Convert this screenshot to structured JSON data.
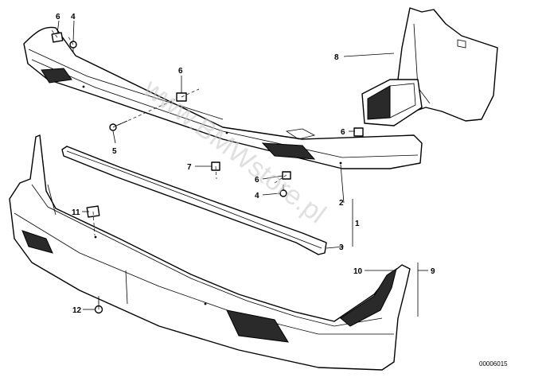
{
  "watermark": "www.BMWstore.pl",
  "reference_number": "00006015",
  "callouts": [
    {
      "id": "c6a",
      "label": "6"
    },
    {
      "id": "c4a",
      "label": "4"
    },
    {
      "id": "c8",
      "label": "8"
    },
    {
      "id": "c6b",
      "label": "6"
    },
    {
      "id": "c5",
      "label": "5"
    },
    {
      "id": "c6c",
      "label": "6"
    },
    {
      "id": "c7",
      "label": "7"
    },
    {
      "id": "c6d",
      "label": "6"
    },
    {
      "id": "c4b",
      "label": "4"
    },
    {
      "id": "c2",
      "label": "2"
    },
    {
      "id": "c1",
      "label": "1"
    },
    {
      "id": "c3",
      "label": "3"
    },
    {
      "id": "c11",
      "label": "11"
    },
    {
      "id": "c10",
      "label": "10"
    },
    {
      "id": "c9",
      "label": "9"
    },
    {
      "id": "c12",
      "label": "12"
    }
  ]
}
